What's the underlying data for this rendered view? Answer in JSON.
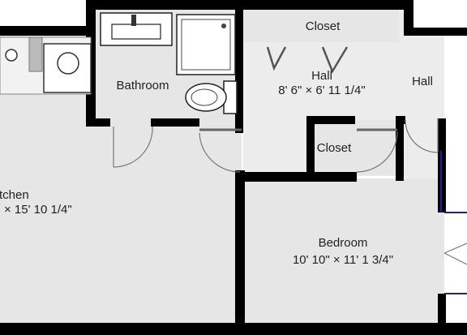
{
  "rooms": {
    "closet_top": {
      "name": "Closet"
    },
    "hall_main": {
      "name": "Hall",
      "dimensions": "8' 6\" × 6' 11 1/4\""
    },
    "hall_right": {
      "name": "Hall"
    },
    "bathroom": {
      "name": "Bathroom"
    },
    "closet_mid": {
      "name": "Closet"
    },
    "kitchen": {
      "name": "tchen",
      "dimensions": "× 15' 10 1/4\""
    },
    "bedroom": {
      "name": "Bedroom",
      "dimensions": "10' 10\" × 11' 1 3/4\""
    }
  },
  "colors": {
    "wall": "#000000",
    "floor": "#e6e6e6",
    "floor_light": "#ececec",
    "window": "#1f1fa8",
    "fixture_fill": "#ffffff",
    "door_arc": "#777777",
    "text": "#222222"
  }
}
